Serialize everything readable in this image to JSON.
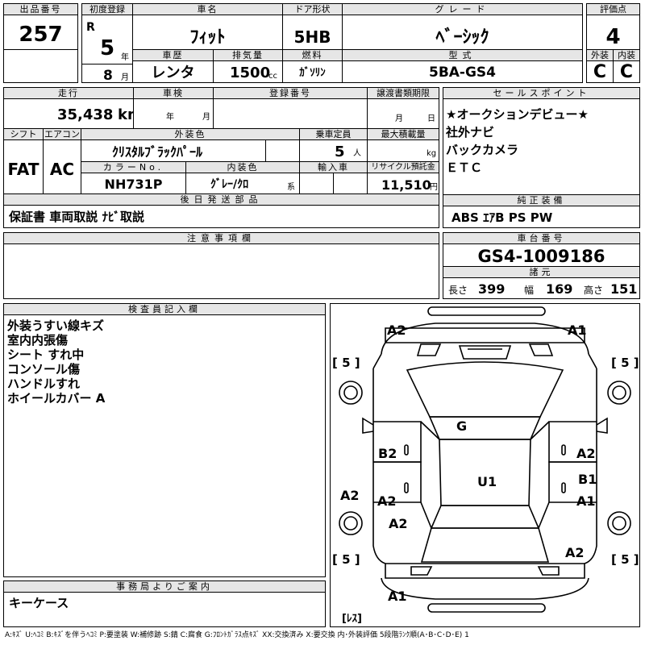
{
  "header": {
    "lot_label": "出品番号",
    "lot_value": "257",
    "first_reg_label": "初度登録",
    "era": "R",
    "year_value": "5",
    "year_unit": "年",
    "month_value": "8",
    "month_unit": "月",
    "car_name_label": "車名",
    "car_name": "ﾌｨｯﾄ",
    "door_label": "ドア形状",
    "door_value": "5HB",
    "grade_label": "グレード",
    "grade_value": "ﾍﾞｰｼｯｸ",
    "score_label": "評価点",
    "score_value": "4",
    "history_label": "車歴",
    "history_value": "レンタ",
    "displacement_label": "排気量",
    "displacement_value": "1500",
    "displacement_unit": "cc",
    "fuel_label": "燃料",
    "fuel_value": "ｶﾞｿﾘﾝ",
    "model_label": "型式",
    "model_value": "5BA-GS4",
    "exterior_label": "外装",
    "exterior_value": "C",
    "interior_label": "内装",
    "interior_value": "C"
  },
  "mid": {
    "mileage_label": "走行",
    "mileage_value": "35,438",
    "mileage_unit": "km",
    "inspection_label": "車検",
    "inspection_year": "年",
    "inspection_month": "月",
    "reg_no_label": "登録番号",
    "transfer_label": "譲渡書類期限",
    "transfer_month": "月",
    "transfer_day": "日",
    "shift_label": "シフト",
    "shift_value": "FAT",
    "ac_label": "エアコン",
    "ac_value": "AC",
    "ext_color_label": "外装色",
    "ext_color_value": "ｸﾘｽﾀﾙﾌﾞﾗｯｸﾊﾟｰﾙ",
    "capacity_label": "乗車定員",
    "capacity_value": "5",
    "capacity_unit": "人",
    "load_label": "最大積載量",
    "load_unit": "kg",
    "color_no_label": "カラーNo.",
    "color_no_value": "NH731P",
    "int_color_label": "内装色",
    "int_color_value": "ｸﾞﾚｰ/ｸﾛ",
    "int_color_unit": "系",
    "import_label": "輸入車",
    "recycle_label": "リサイクル預託金",
    "recycle_value": "11,510",
    "recycle_unit": "円",
    "later_label": "後日発送部品",
    "later_value": "保証書 車両取説 ﾅﾋﾞ取説",
    "notes_label": "注意事項欄"
  },
  "sales": {
    "label": "セールスポイント",
    "points": [
      "★オークションデビュー★",
      "社外ナビ",
      "バックカメラ",
      "ＥＴＣ"
    ]
  },
  "equipment": {
    "label": "純正装備",
    "value": "ABS ｴｱB PS PW"
  },
  "chassis": {
    "label": "車台番号",
    "value": "GS4-1009186"
  },
  "specs": {
    "label": "諸元",
    "length_label": "長さ",
    "length": "399",
    "width_label": "幅",
    "width": "169",
    "height_label": "高さ",
    "height": "151"
  },
  "inspector": {
    "label": "検査員記入欄",
    "lines": [
      "外装うすい線キズ",
      "室内内張傷",
      "シート すれ中",
      "コンソール傷",
      "ハンドルすれ",
      "ホイールカバー A"
    ]
  },
  "office": {
    "label": "事務局よりご案内",
    "value": "キーケース"
  },
  "diagram": {
    "marks": {
      "a2_front_left": "A2",
      "a1_front_right": "A1",
      "g": "G",
      "b2_left": "B2",
      "a2_right_upper": "A2",
      "u1": "U1",
      "b1_right": "B1",
      "a2_left_outer": "A2",
      "a2_left_inner": "A2",
      "a1_right_lower": "A1",
      "a2_left_rear": "A2",
      "a2_right_rear": "A2",
      "a1_rear": "A1"
    },
    "tires": {
      "front_left": "[ 5 ]",
      "front_right": "[ 5 ]",
      "rear_left": "[ 5 ]",
      "rear_right": "[ 5 ]"
    },
    "spare": "[ﾚｽ]"
  },
  "legend": "A:ｷｽﾞ U:ﾍｺﾐ B:ｷｽﾞを伴うﾍｺﾐ P:要塗装 W:補修跡 S:錆 C:腐食 G:ﾌﾛﾝﾄｶﾞﾗｽ点ｷｽﾞ XX:交換済み X:要交換 内･外装評価 5段階ﾗﾝｸ順(A･B･C･D･E) 1"
}
